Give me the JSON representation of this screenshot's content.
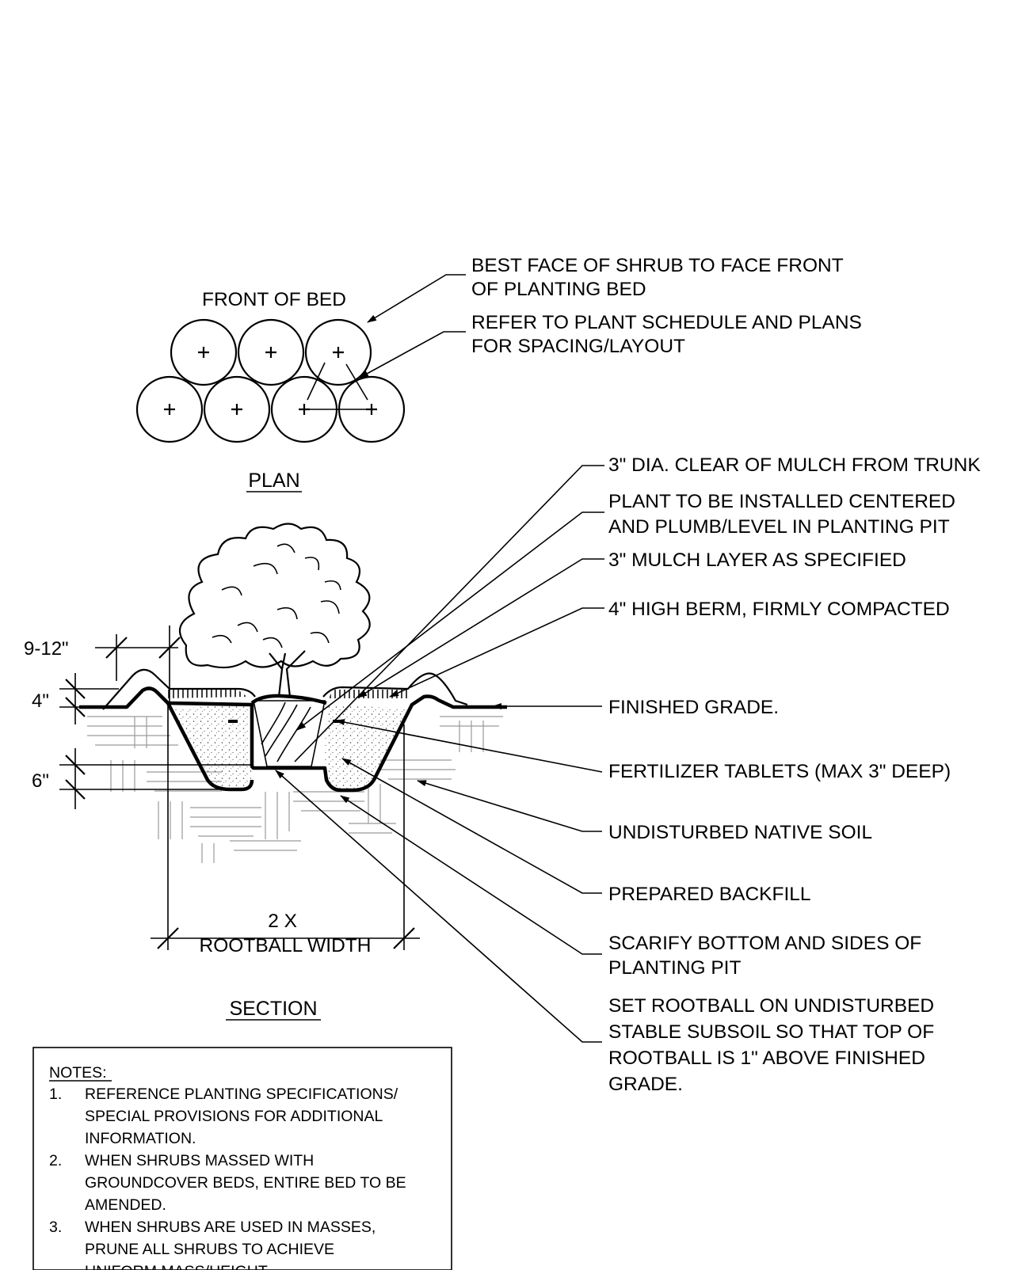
{
  "plan": {
    "front_label": "FRONT OF BED",
    "title": "PLAN",
    "callouts": [
      {
        "lines": [
          "BEST FACE OF SHRUB TO FACE FRONT",
          "OF PLANTING BED"
        ]
      },
      {
        "lines": [
          "REFER TO PLANT SCHEDULE AND PLANS",
          "FOR SPACING/LAYOUT"
        ]
      }
    ]
  },
  "section": {
    "title": "SECTION",
    "dims": {
      "offset": "9-12\"",
      "berm": "4\"",
      "base": "6\"",
      "width_line1": "2 X",
      "width_line2": "ROOTBALL WIDTH"
    },
    "callouts": [
      {
        "lines": [
          "3\" DIA. CLEAR OF MULCH FROM TRUNK"
        ]
      },
      {
        "lines": [
          "PLANT TO BE INSTALLED CENTERED",
          "AND PLUMB/LEVEL IN PLANTING PIT"
        ]
      },
      {
        "lines": [
          "3\" MULCH LAYER AS SPECIFIED"
        ]
      },
      {
        "lines": [
          "4\" HIGH BERM, FIRMLY COMPACTED"
        ]
      },
      {
        "lines": [
          "FINISHED GRADE."
        ]
      },
      {
        "lines": [
          "FERTILIZER TABLETS (MAX 3\" DEEP)"
        ]
      },
      {
        "lines": [
          "UNDISTURBED NATIVE SOIL"
        ]
      },
      {
        "lines": [
          "PREPARED BACKFILL"
        ]
      },
      {
        "lines": [
          "SCARIFY BOTTOM AND SIDES OF",
          "PLANTING PIT"
        ]
      },
      {
        "lines": [
          "SET ROOTBALL ON UNDISTURBED",
          "STABLE SUBSOIL SO THAT TOP OF",
          "ROOTBALL IS 1\" ABOVE FINISHED",
          "GRADE."
        ]
      }
    ]
  },
  "notes": {
    "heading": "NOTES:",
    "items": [
      {
        "num": "1.",
        "lines": [
          "REFERENCE PLANTING SPECIFICATIONS/",
          "SPECIAL PROVISIONS FOR ADDITIONAL",
          "INFORMATION."
        ]
      },
      {
        "num": "2.",
        "lines": [
          "WHEN SHRUBS MASSED WITH",
          "GROUNDCOVER BEDS, ENTIRE BED TO BE",
          "AMENDED."
        ]
      },
      {
        "num": "3.",
        "lines": [
          "WHEN SHRUBS ARE USED IN MASSES,",
          "PRUNE ALL SHRUBS TO ACHIEVE",
          "UNIFORM MASS/HEIGHT"
        ]
      }
    ]
  }
}
